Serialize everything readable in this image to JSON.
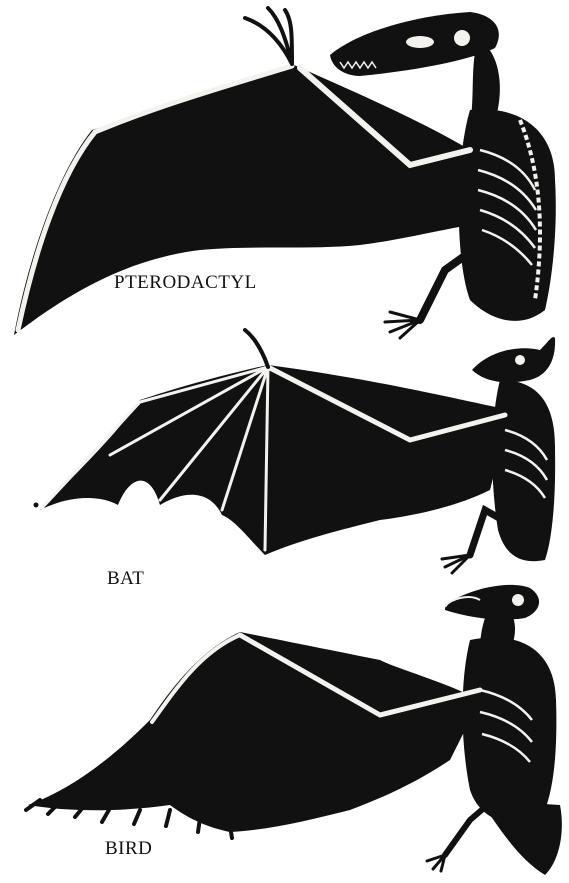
{
  "labels": {
    "pterodactyl": "PTERODACTYL",
    "bat": "BAT",
    "bird": "BIRD"
  },
  "colors": {
    "ink": "#111111",
    "bone": "#f4f2ee",
    "paper": "#ffffff"
  }
}
